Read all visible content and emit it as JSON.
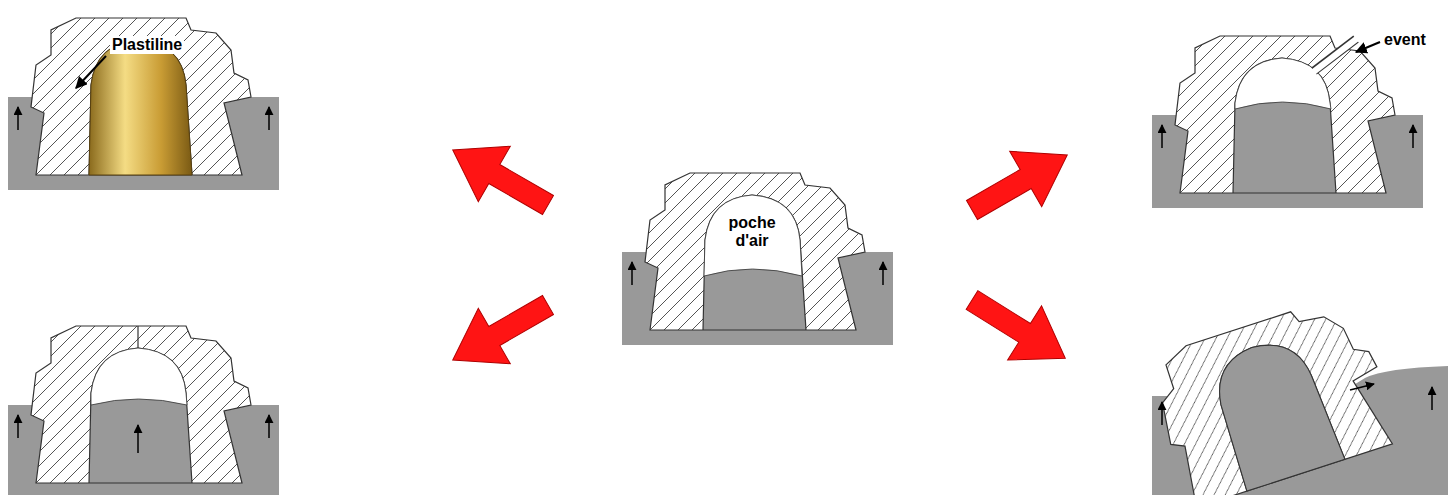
{
  "diagram": {
    "labels": [
      "Plastiline",
      "poche d'air",
      "event"
    ]
  }
}
